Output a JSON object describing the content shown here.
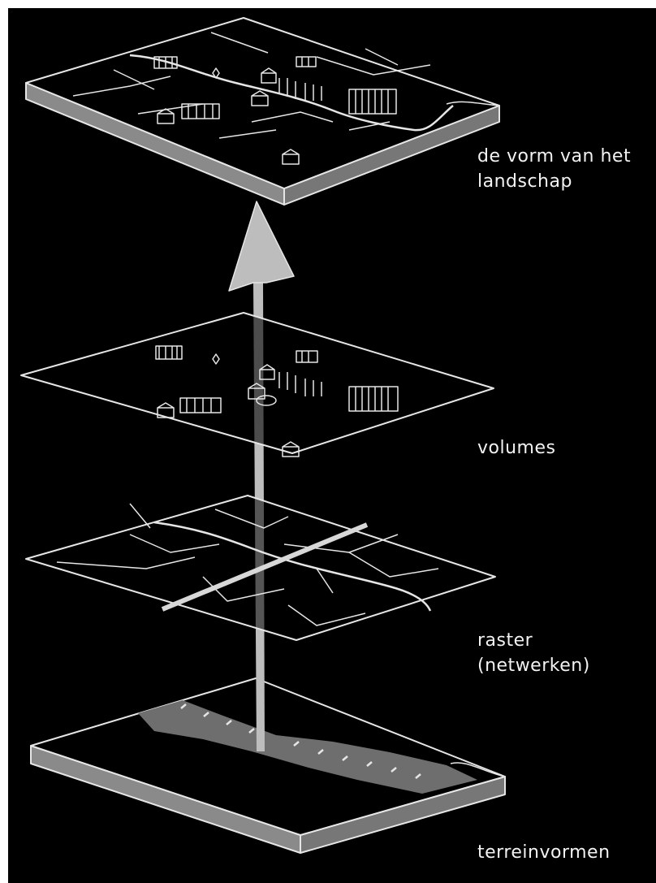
{
  "labels": {
    "landscape_line1": "de vorm van het",
    "landscape_line2": "landschap",
    "volumes": "volumes",
    "raster_line1": "raster",
    "raster_line2": "(netwerken)",
    "terrain": "terreinvormen"
  },
  "colors": {
    "background": "#000000",
    "lines": "#e6e6e6",
    "slab_side": "#8a8a8a",
    "water": "#6e6e6e",
    "arrow": "#bdbdbd"
  }
}
